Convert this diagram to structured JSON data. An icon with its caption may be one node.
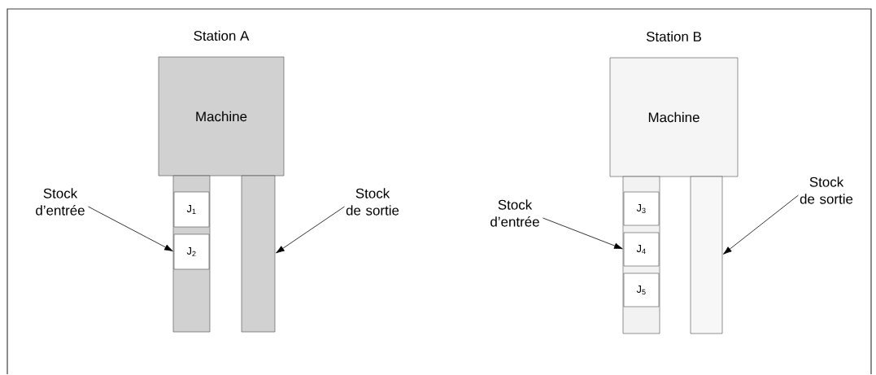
{
  "diagram": {
    "nodes": [
      {
        "text": [
          "Station A",
          "Machine"
        ]
      },
      {
        "text": [],
        "shape": "bar"
      },
      {
        "text": [
          "J$_{1}$"
        ],
        "in": 1
      },
      {
        "text": [
          "J$_{2}$"
        ],
        "in": 1
      },
      {
        "text": [],
        "shape": "bar"
      },
      {
        "text": [
          "Stock d’entrée"
        ]
      },
      {
        "text": [
          "Stock de sortie"
        ]
      },
      {
        "text": [
          "Station B",
          "Machine"
        ]
      },
      {
        "text": [],
        "shape": "bar"
      },
      {
        "text": [
          "J$_{3}$"
        ],
        "in": 8
      },
      {
        "text": [
          "J$_{4}$"
        ],
        "in": 8
      },
      {
        "text": [
          "J$_{5}$"
        ],
        "in": 8
      },
      {
        "text": [],
        "shape": "bar"
      },
      {
        "text": [
          "Stock d’entrée"
        ]
      },
      {
        "text": [
          "Stock de sortie"
        ]
      }
    ],
    "edges": [
      {
        "from": 5,
        "to": 3,
        "arrow": "to"
      },
      {
        "from": 6,
        "to": 4,
        "arrow": "to"
      },
      {
        "from": 13,
        "to": 10,
        "arrow": "to"
      },
      {
        "from": 14,
        "to": 12,
        "arrow": "to"
      }
    ]
  }
}
